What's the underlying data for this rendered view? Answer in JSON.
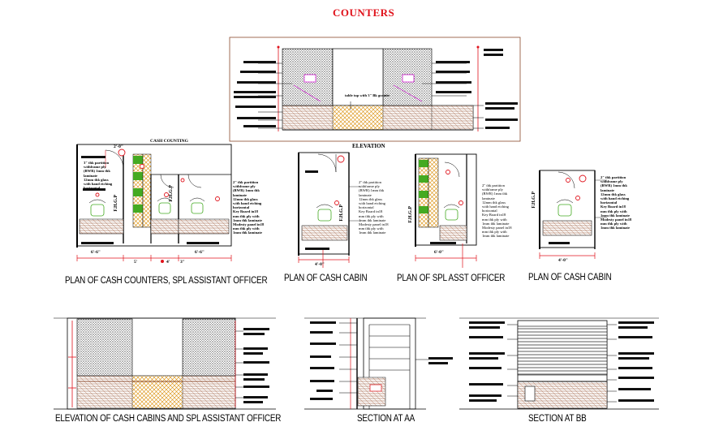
{
  "sheet": {
    "title": "COUNTERS",
    "captions": {
      "elevation_top": "ELEVATION",
      "plan_cash_counters": "PLAN OF CASH COUNTERS, SPL ASSISTANT OFFICER",
      "plan_cash_cabin_1": "PLAN OF CASH CABIN",
      "plan_spl_asst": "PLAN OF SPL ASST OFFICER",
      "plan_cash_cabin_2": "PLAN OF CASH CABIN",
      "elevation_bottom": "ELEVATION OF CASH CABINS AND SPL ASSISTANT OFFICER",
      "section_aa": "SECTION  AT AA",
      "section_bb": "SECTION  AT BB"
    },
    "sub_labels": {
      "cash_counting": "CASH COUNTING"
    },
    "notes": {
      "elev_table_top": "table top with 3\" Bk granite",
      "cabin_1_spec": [
        "2\" thk partition",
        "withframe ply",
        "(BWR) 1mm thk",
        "laminate",
        "12mm thk glass",
        "with hand etching",
        "horizontal",
        "Key Board in18",
        "mm thk ply with",
        "1mm thk laminate",
        "Modesty panel in18",
        "mm thk ply with",
        "1mm thk laminate"
      ],
      "spl_spec": [
        "2\" thk partition",
        "withframe ply",
        "(BWR) 1mm thk",
        "laminate",
        "12mm thk glass",
        "with hand etching",
        "horizontal",
        "Key Board in18",
        "mm thk ply with",
        "1mm thk laminate",
        "Modesty panel in18",
        "mm thk ply with",
        "1mm thk laminate"
      ],
      "counter_spec": [
        "3\" thk partition",
        "withframe ply",
        "(BWR) 1mm thk",
        "laminate",
        "12mm thk glass",
        "with hand etching",
        "horizontal"
      ],
      "counter_right_spec": [
        "2\" thk partition",
        "withframe ply",
        "(BWR) 1mm thk",
        "laminate",
        "12mm thk glass",
        "with hand etching",
        "horizontal",
        "Key Board in18",
        "mm thk ply with",
        "1mm thk laminate",
        "Modesty panel in18",
        "mm thk ply with",
        "1mm thk laminate"
      ],
      "cabin_2_spec": [
        "2\" thk partition",
        "withframe ply",
        "(BWR) 1mm thk",
        "laminate",
        "12mm thk glass",
        "with hand etching",
        "horizontal",
        "Key Board in18",
        "mm thk ply with",
        "1mm thk laminate",
        "Modesty panel in18",
        "mm thk ply with",
        "1mm thk laminate"
      ]
    },
    "vertical_labels": {
      "fhgp_1": "F.H.G.P",
      "fhgp_2": "F.H.G.P",
      "fhgp_3": "F.H.G.P",
      "fhgp_4": "F.H.G.P",
      "fhgp_5": "F.H.G.P"
    },
    "dimensions": {
      "d1": "6'-6\"",
      "d2": "5'",
      "d3": "4'",
      "d4": "3\"",
      "d5": "6'-6\"",
      "d6": "4'-0\"",
      "d7": "6'-0\"",
      "d8": "4'-0\"",
      "d9": "2'-0\""
    },
    "colors": {
      "line": "#000000",
      "red": "#e0121b",
      "magenta": "#cc00cc",
      "green": "#44aa22",
      "orange": "#d98a00",
      "brown": "#8b4a2b",
      "hatch": "#7a7a7a"
    }
  }
}
